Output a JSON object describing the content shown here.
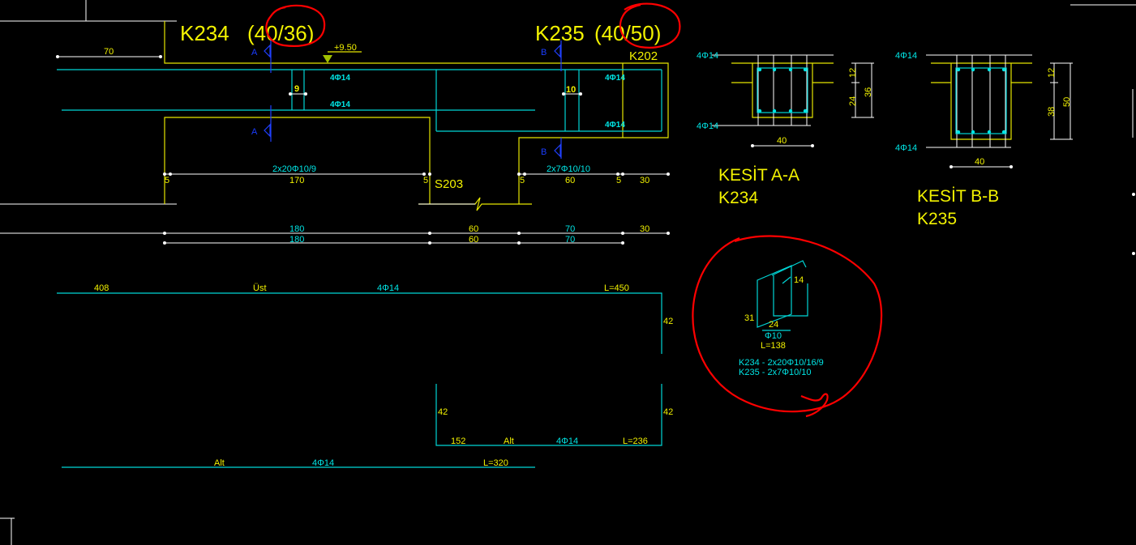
{
  "elevation_view": {
    "beams": [
      {
        "id": "K234",
        "section": "(40/36)"
      },
      {
        "id": "K235",
        "section": "(40/50)"
      }
    ],
    "neighbor_beam": "K202",
    "neighbor_column": "S203",
    "elevation_mark": "+9.50",
    "section_marks": {
      "a": "A",
      "b": "B"
    },
    "top_left_dim": "70",
    "bar_labels": {
      "top_k234": "4Φ14",
      "bottom_k234": "4Φ14",
      "top_k235": "4Φ14",
      "bottom_k235": "4Φ14"
    },
    "stirrup_spacing": {
      "k234": "9",
      "k235": "10"
    },
    "stirrup_zones": {
      "k234": "2x20Φ10/9",
      "k235": "2x7Φ10/10"
    },
    "dim_row1": {
      "d5a": "5",
      "d170": "170",
      "d5b": "5",
      "d5c": "5",
      "d60": "60",
      "d5d": "5",
      "d30": "30"
    },
    "dim_row2": {
      "d180": "180",
      "d60": "60",
      "d70": "70",
      "d30": "30"
    },
    "dim_row3": {
      "d180": "180",
      "d60": "60",
      "d70": "70"
    }
  },
  "sections": [
    {
      "title": "KESİT A-A",
      "beam": "K234",
      "top_bars": "4Φ14",
      "bottom_bars": "4Φ14",
      "width": "40",
      "cover": "12",
      "inner": "24",
      "height": "36"
    },
    {
      "title": "KESİT B-B",
      "beam": "K235",
      "top_bars": "4Φ14",
      "bottom_bars": "4Φ14",
      "width": "40",
      "cover": "12",
      "inner": "38",
      "height": "50"
    }
  ],
  "bar_schedule": {
    "top_bar": {
      "hook_len": "408",
      "position": "Üst",
      "bars": "4Φ14",
      "length": "L=450",
      "leg": "42"
    },
    "short_bottom_bar": {
      "leg_left": "42",
      "leg_right": "42",
      "straight": "152",
      "position": "Alt",
      "bars": "4Φ14",
      "length": "L=236"
    },
    "long_bottom_bar": {
      "position": "Alt",
      "bars": "4Φ14",
      "length": "L=320"
    }
  },
  "stirrup_detail": {
    "hook": "14",
    "height": "31",
    "width": "24",
    "diameter": "Φ10",
    "length": "L=138",
    "usage": [
      "K234 - 2x20Φ10/16/9",
      "K235 - 2x7Φ10/10"
    ]
  },
  "colors": {
    "background": "#000000",
    "beam_lines": "#e6e600",
    "rebar": "#00d6d6",
    "dimensions": "#ffffff",
    "section_marks": "#2040ff",
    "annotation_circles": "#ff0000"
  }
}
